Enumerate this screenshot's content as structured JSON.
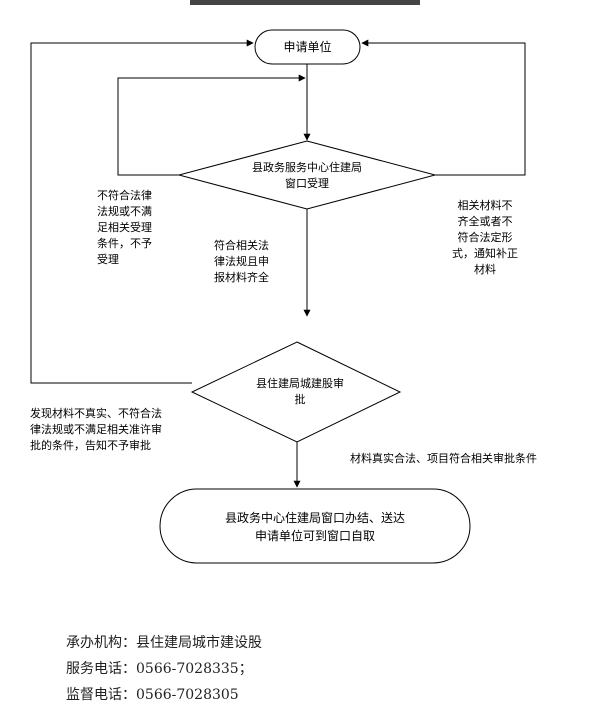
{
  "flowchart": {
    "start_node": "申请单位",
    "accept_decision": "县政务服务中心住建局\n窗口受理",
    "approve_decision": "县住建局城建股审\n批",
    "end_node": "县政务中心住建局窗口办结、送达\n申请单位可到窗口自取",
    "edge_reject_accept": "不符合法律\n法规或不满\n足相关受理\n条件，不予\n受理",
    "edge_accept_ok": "符合相关法\n律法规且申\n报材料齐全",
    "edge_incomplete": "相关材料不\n齐全或者不\n符合法定形\n式，通知补正\n材料",
    "edge_reject_approve": "发现材料不真实、不符合法\n律法规或不满足相关准许审\n批的条件，告知不予审批",
    "edge_approve_ok": "材料真实合法、项目符合相关审批条件"
  },
  "footer": {
    "org": "承办机构：县住建局城市建设股",
    "service_phone": "服务电话：0566-7028335；",
    "supervise_phone": "监督电话：0566-7028305"
  }
}
